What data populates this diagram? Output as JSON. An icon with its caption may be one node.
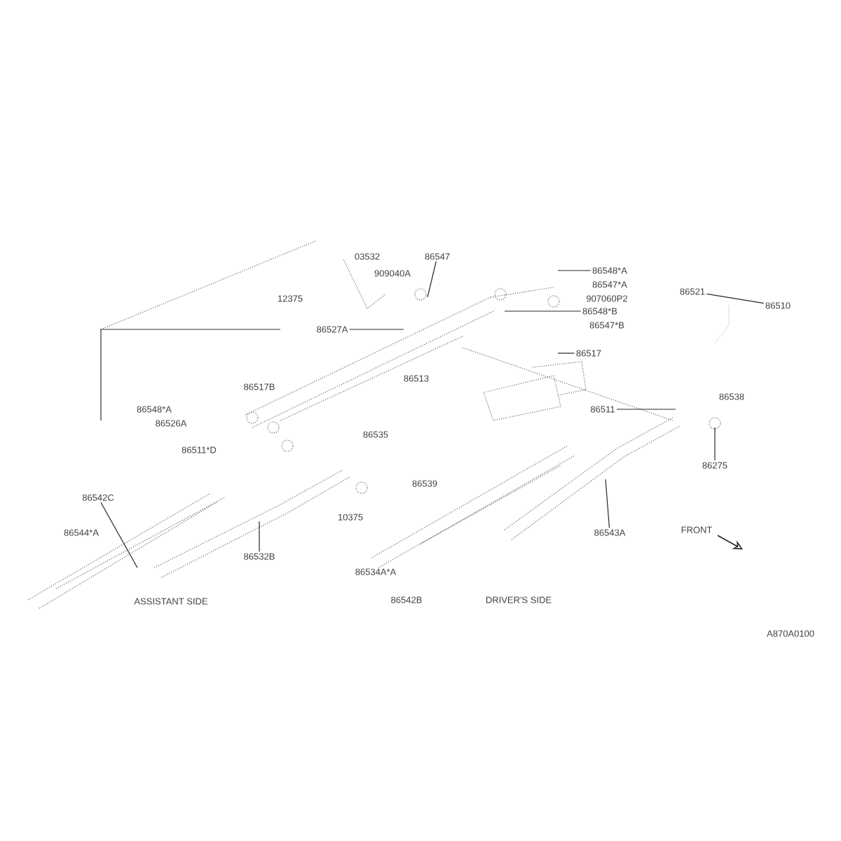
{
  "diagram": {
    "nodes": [
      {
        "text": [
          "86547"
        ]
      },
      {
        "text": [
          "86527A"
        ]
      },
      {
        "text": [
          "86548*A"
        ]
      },
      {
        "text": [
          "86548*B"
        ]
      },
      {
        "text": [
          "86517"
        ]
      },
      {
        "text": [
          "86521"
        ]
      },
      {
        "text": [
          "86510"
        ]
      },
      {
        "text": [
          "86511"
        ]
      },
      {
        "text": [
          "86542C"
        ]
      },
      {
        "text": [
          "86532B"
        ]
      },
      {
        "text": [
          "86543A"
        ]
      },
      {
        "text": [
          "86275"
        ]
      }
    ],
    "edges": [
      {
        "from": 0,
        "to": null,
        "arrow": "none"
      },
      {
        "from": 1,
        "to": null,
        "arrow": "none"
      },
      {
        "from": 2,
        "to": null,
        "arrow": "none"
      },
      {
        "from": 3,
        "to": null,
        "arrow": "none"
      },
      {
        "from": 4,
        "to": null,
        "arrow": "none"
      },
      {
        "from": 5,
        "to": 6,
        "arrow": "none"
      },
      {
        "from": 7,
        "to": null,
        "arrow": "none"
      },
      {
        "from": 8,
        "to": null,
        "arrow": "none"
      },
      {
        "from": 9,
        "to": null,
        "arrow": "none"
      },
      {
        "from": 10,
        "to": null,
        "arrow": "none"
      },
      {
        "from": 11,
        "to": null,
        "arrow": "none"
      }
    ],
    "labels": [
      "03532",
      "909040A",
      "12375",
      "86513",
      "86517B",
      "86548*A",
      "86526A",
      "86511*D",
      "86535",
      "86547*A",
      "907060P2",
      "86547*B",
      "86538",
      "86539",
      "10375",
      "86544*A",
      "ASSISTANT SIDE",
      "86534A*A",
      "86542B",
      "DRIVER'S SIDE",
      "FRONT",
      "A870A0100"
    ]
  }
}
